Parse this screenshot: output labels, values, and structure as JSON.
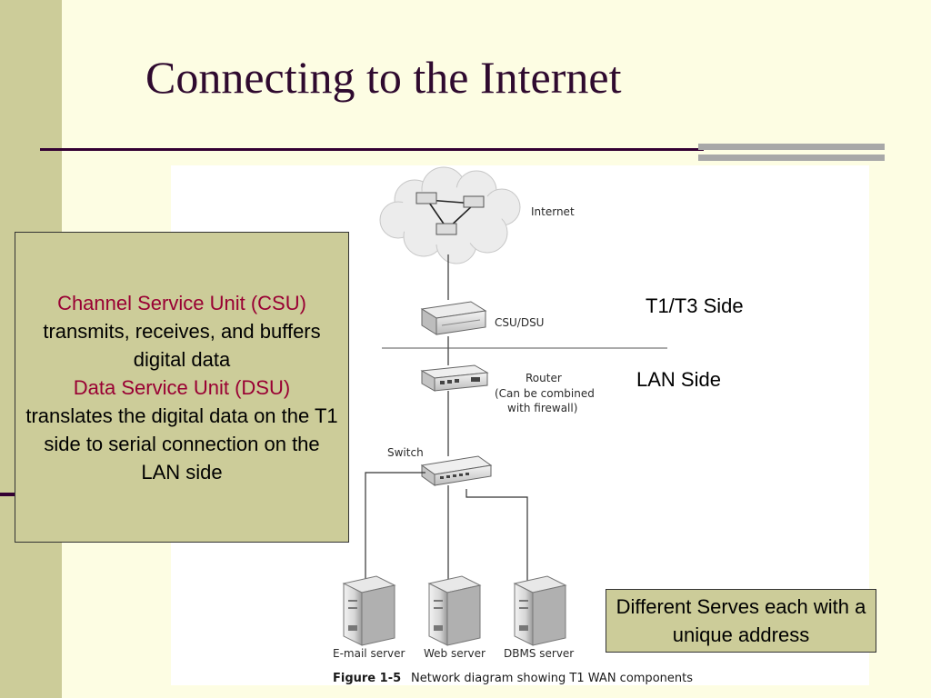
{
  "slide": {
    "title": "Connecting to the Internet"
  },
  "diagram": {
    "labels": {
      "internet": "Internet",
      "csu_dsu": "CSU/DSU",
      "router_line1": "Router",
      "router_line2": "(Can be combined",
      "router_line3": "with firewall)",
      "switch": "Switch",
      "email_server": "E-mail server",
      "web_server": "Web server",
      "dbms_server": "DBMS server"
    },
    "caption": {
      "number": "Figure 1-5",
      "text": "Network diagram showing T1 WAN components"
    }
  },
  "annotations": {
    "t1_side": "T1/T3 Side",
    "lan_side": "LAN Side"
  },
  "info_box": {
    "csu_heading": "Channel Service Unit (CSU)",
    "csu_text": "transmits, receives, and buffers digital data",
    "dsu_heading": "Data Service Unit (DSU)",
    "dsu_text": "translates the digital data on the T1 side to serial connection on the LAN side"
  },
  "note_box": {
    "text": "Different Serves each with a unique address"
  },
  "colors": {
    "background": "#fdfde3",
    "stripe": "#cccc99",
    "title": "#2f0a2f",
    "highlight": "#990033"
  }
}
